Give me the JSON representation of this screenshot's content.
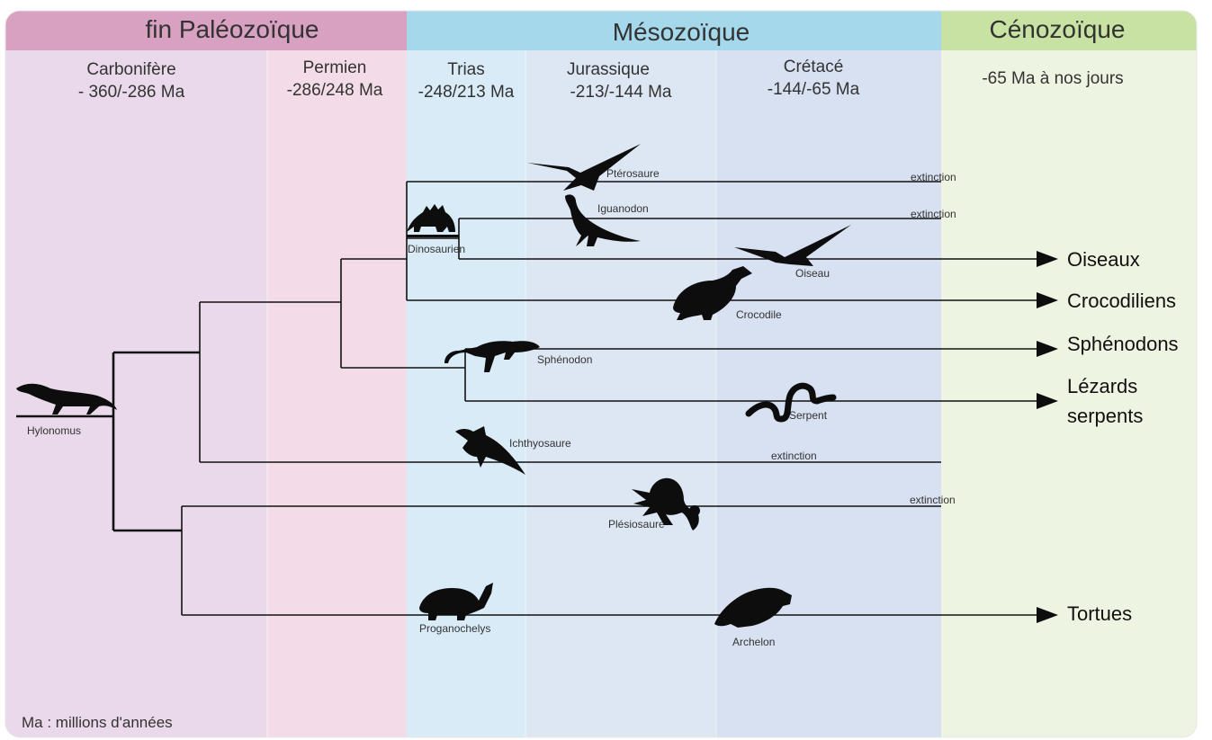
{
  "eras": [
    {
      "name": "fin Paléozoïque",
      "color": "#e09aaa"
    },
    {
      "name": "Mésozoïque",
      "color": "#9fd6e9"
    },
    {
      "name": "Cénozoïque",
      "color": "#c6dfa2"
    }
  ],
  "periods": [
    {
      "name": "Carbonifère",
      "range": "- 360/-286 Ma",
      "color": "#ead9ea"
    },
    {
      "name": "Permien",
      "range": "-286/248 Ma",
      "color": "#f3dce7"
    },
    {
      "name": "Trias",
      "range": "-248/213 Ma",
      "color": "#d9ebf6"
    },
    {
      "name": "Jurassique",
      "range": "-213/-144 Ma",
      "color": "#dde7f4"
    },
    {
      "name": "Crétacé",
      "range": "-144/-65 Ma",
      "color": "#d7e1f1"
    },
    {
      "name": "",
      "range": "-65 Ma à nos jours",
      "color": "#eef4e2"
    }
  ],
  "taxa": {
    "hylonomus": "Hylonomus",
    "pterosaure": "Ptérosaure",
    "iguanodon": "Iguanodon",
    "dinosaurien": "Dinosaurien",
    "oiseau": "Oiseau",
    "crocodile": "Crocodile",
    "sphenodon": "Sphénodon",
    "serpent": "Serpent",
    "ichthyosaure": "Ichthyosaure",
    "plesiosaure": "Plésiosaure",
    "proganochelys": "Proganochelys",
    "archelon": "Archelon"
  },
  "extinction_label": "extinction",
  "living_groups": {
    "oiseaux": "Oiseaux",
    "crocodiliens": "Crocodiliens",
    "sphenodons": "Sphénodons",
    "lezards_line1": "Lézards",
    "lezards_line2": "serpents",
    "tortues": "Tortues"
  },
  "note": "Ma : millions d'années",
  "colors": {
    "line": "#111111",
    "silhouette": "#0d0d0d"
  }
}
